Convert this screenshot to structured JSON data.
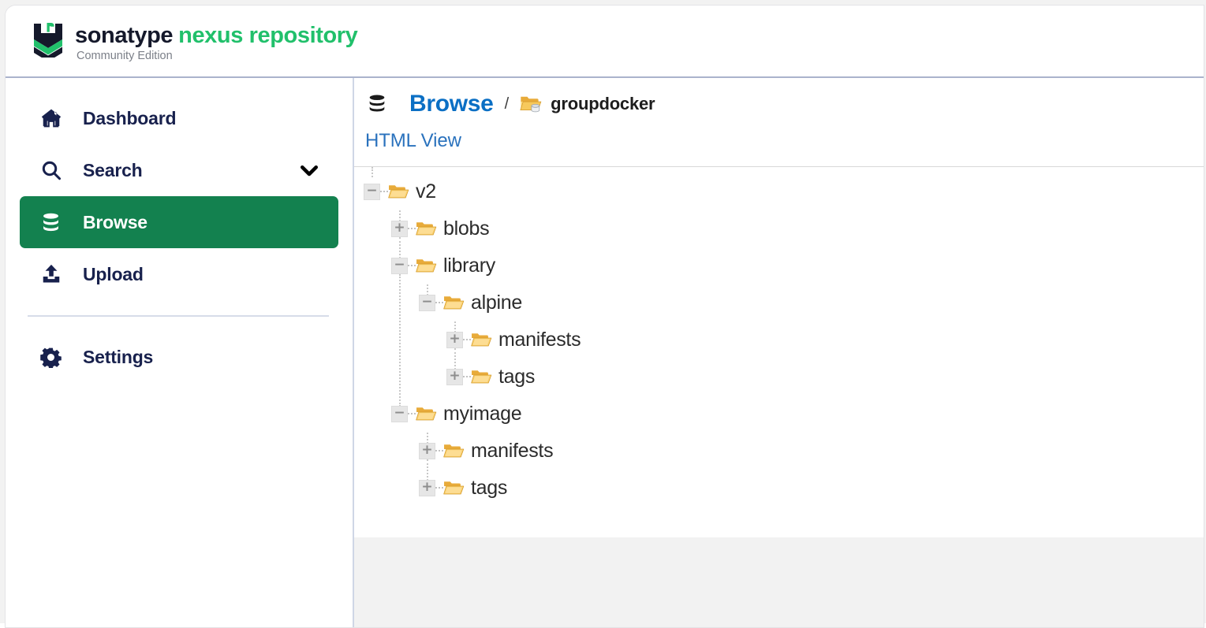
{
  "brand": {
    "logo_icon": "sonatype-chevron-logo",
    "name_primary": "sonatype",
    "name_secondary": "nexus repository",
    "edition": "Community Edition",
    "color_primary": "#15192b",
    "color_secondary": "#21c06b"
  },
  "sidebar": {
    "items": [
      {
        "id": "dashboard",
        "label": "Dashboard",
        "icon": "home-icon",
        "active": false,
        "caret": false
      },
      {
        "id": "search",
        "label": "Search",
        "icon": "search-icon",
        "active": false,
        "caret": true
      },
      {
        "id": "browse",
        "label": "Browse",
        "icon": "database-icon",
        "active": true,
        "caret": false
      },
      {
        "id": "upload",
        "label": "Upload",
        "icon": "upload-icon",
        "active": false,
        "caret": false
      },
      {
        "id": "settings",
        "label": "Settings",
        "icon": "gear-icon",
        "active": false,
        "caret": false
      }
    ],
    "active_color": "#13814f",
    "label_color": "#18214d"
  },
  "main": {
    "breadcrumb": {
      "leading_icon": "database-icon",
      "root_label": "Browse",
      "separator": "/",
      "repository_icon": "folder-repository-icon",
      "repository_label": "groupdocker",
      "root_color": "#0b6fc4"
    },
    "html_view": {
      "label": "HTML View",
      "color": "#2a72bd"
    },
    "tree": {
      "collapsed_glyph": "+",
      "expanded_glyph": "−",
      "folder_icon": "open-folder-icon",
      "nodes": [
        {
          "label": "v2",
          "depth": 0,
          "state": "expanded"
        },
        {
          "label": "blobs",
          "depth": 1,
          "state": "collapsed"
        },
        {
          "label": "library",
          "depth": 1,
          "state": "expanded"
        },
        {
          "label": "alpine",
          "depth": 2,
          "state": "expanded"
        },
        {
          "label": "manifests",
          "depth": 3,
          "state": "collapsed"
        },
        {
          "label": "tags",
          "depth": 3,
          "state": "collapsed"
        },
        {
          "label": "myimage",
          "depth": 1,
          "state": "expanded"
        },
        {
          "label": "manifests",
          "depth": 2,
          "state": "collapsed"
        },
        {
          "label": "tags",
          "depth": 2,
          "state": "collapsed"
        }
      ]
    }
  }
}
